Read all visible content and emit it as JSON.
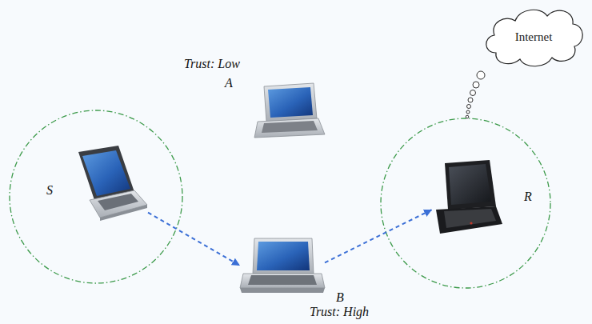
{
  "diagram": {
    "nodes": [
      {
        "text": [
          "S"
        ]
      },
      {
        "text": [
          "Trust: Low",
          "A"
        ]
      },
      {
        "text": [
          "B",
          "Trust: High"
        ]
      },
      {
        "text": [
          "R"
        ]
      },
      {
        "text": [
          "Internet"
        ]
      }
    ],
    "edges": [
      {
        "from": 0,
        "to": 2,
        "arrow": "to"
      },
      {
        "from": 2,
        "to": 3,
        "arrow": "to"
      }
    ]
  }
}
